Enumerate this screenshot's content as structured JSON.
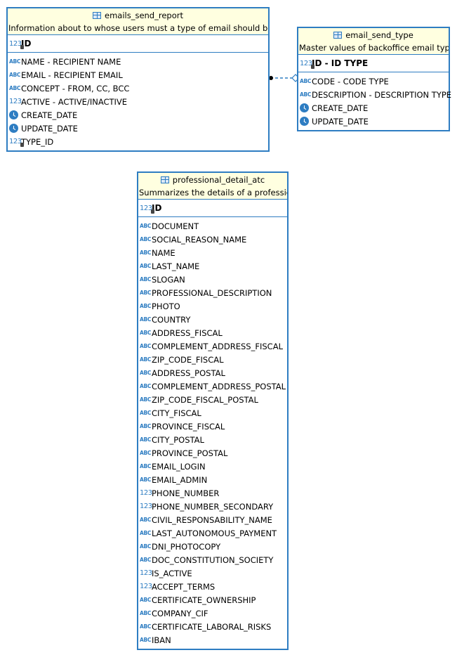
{
  "entities": {
    "emails_send_report": {
      "name": "emails_send_report",
      "description": "Information about to whose users must a type of email should be sent",
      "pk": {
        "label": "ID",
        "icon": "numeric-pk-icon"
      },
      "columns": [
        {
          "label": "NAME - RECIPIENT NAME",
          "icon": "abc"
        },
        {
          "label": "EMAIL - RECIPIENT EMAIL",
          "icon": "abc"
        },
        {
          "label": "CONCEPT - FROM, CC, BCC",
          "icon": "abc"
        },
        {
          "label": "ACTIVE - ACTIVE/INACTIVE",
          "icon": "num"
        },
        {
          "label": "CREATE_DATE",
          "icon": "clock"
        },
        {
          "label": "UPDATE_DATE",
          "icon": "clock"
        },
        {
          "label": "TYPE_ID",
          "icon": "num-fk"
        }
      ]
    },
    "email_send_type": {
      "name": "email_send_type",
      "description": "Master values of backoffice email types",
      "pk": {
        "label": "ID - ID TYPE",
        "icon": "numeric-pk-icon"
      },
      "columns": [
        {
          "label": "CODE - CODE TYPE",
          "icon": "abc"
        },
        {
          "label": "DESCRIPTION - DESCRIPTION TYPE",
          "icon": "abc"
        },
        {
          "label": "CREATE_DATE",
          "icon": "clock"
        },
        {
          "label": "UPDATE_DATE",
          "icon": "clock"
        }
      ]
    },
    "professional_detail_atc": {
      "name": "professional_detail_atc",
      "description": "Summarizes the details of a professional",
      "pk": {
        "label": "ID",
        "icon": "numeric-pk-icon"
      },
      "columns": [
        {
          "label": "DOCUMENT",
          "icon": "abc"
        },
        {
          "label": "SOCIAL_REASON_NAME",
          "icon": "abc"
        },
        {
          "label": "NAME",
          "icon": "abc"
        },
        {
          "label": "LAST_NAME",
          "icon": "abc"
        },
        {
          "label": "SLOGAN",
          "icon": "abc"
        },
        {
          "label": "PROFESSIONAL_DESCRIPTION",
          "icon": "abc"
        },
        {
          "label": "PHOTO",
          "icon": "abc"
        },
        {
          "label": "COUNTRY",
          "icon": "abc"
        },
        {
          "label": "ADDRESS_FISCAL",
          "icon": "abc"
        },
        {
          "label": "COMPLEMENT_ADDRESS_FISCAL",
          "icon": "abc"
        },
        {
          "label": "ZIP_CODE_FISCAL",
          "icon": "abc"
        },
        {
          "label": "ADDRESS_POSTAL",
          "icon": "abc"
        },
        {
          "label": "COMPLEMENT_ADDRESS_POSTAL",
          "icon": "abc"
        },
        {
          "label": "ZIP_CODE_FISCAL_POSTAL",
          "icon": "abc"
        },
        {
          "label": "CITY_FISCAL",
          "icon": "abc"
        },
        {
          "label": "PROVINCE_FISCAL",
          "icon": "abc"
        },
        {
          "label": "CITY_POSTAL",
          "icon": "abc"
        },
        {
          "label": "PROVINCE_POSTAL",
          "icon": "abc"
        },
        {
          "label": "EMAIL_LOGIN",
          "icon": "abc-unique"
        },
        {
          "label": "EMAIL_ADMIN",
          "icon": "abc"
        },
        {
          "label": "PHONE_NUMBER",
          "icon": "num"
        },
        {
          "label": "PHONE_NUMBER_SECONDARY",
          "icon": "num"
        },
        {
          "label": "CIVIL_RESPONSABILITY_NAME",
          "icon": "abc"
        },
        {
          "label": "LAST_AUTONOMOUS_PAYMENT",
          "icon": "abc"
        },
        {
          "label": "DNI_PHOTOCOPY",
          "icon": "abc"
        },
        {
          "label": "DOC_CONSTITUTION_SOCIETY",
          "icon": "abc"
        },
        {
          "label": "IS_ACTIVE",
          "icon": "num"
        },
        {
          "label": "ACCEPT_TERMS",
          "icon": "num"
        },
        {
          "label": "CERTIFICATE_OWNERSHIP",
          "icon": "abc"
        },
        {
          "label": "COMPANY_CIF",
          "icon": "abc"
        },
        {
          "label": "CERTIFICATE_LABORAL_RISKS",
          "icon": "abc"
        },
        {
          "label": "IBAN",
          "icon": "abc"
        }
      ]
    }
  },
  "icon_glyphs": {
    "abc": "ABC",
    "num": "123"
  },
  "colors": {
    "accent": "#2e7dc2",
    "header_bg": "#ffffe0"
  }
}
